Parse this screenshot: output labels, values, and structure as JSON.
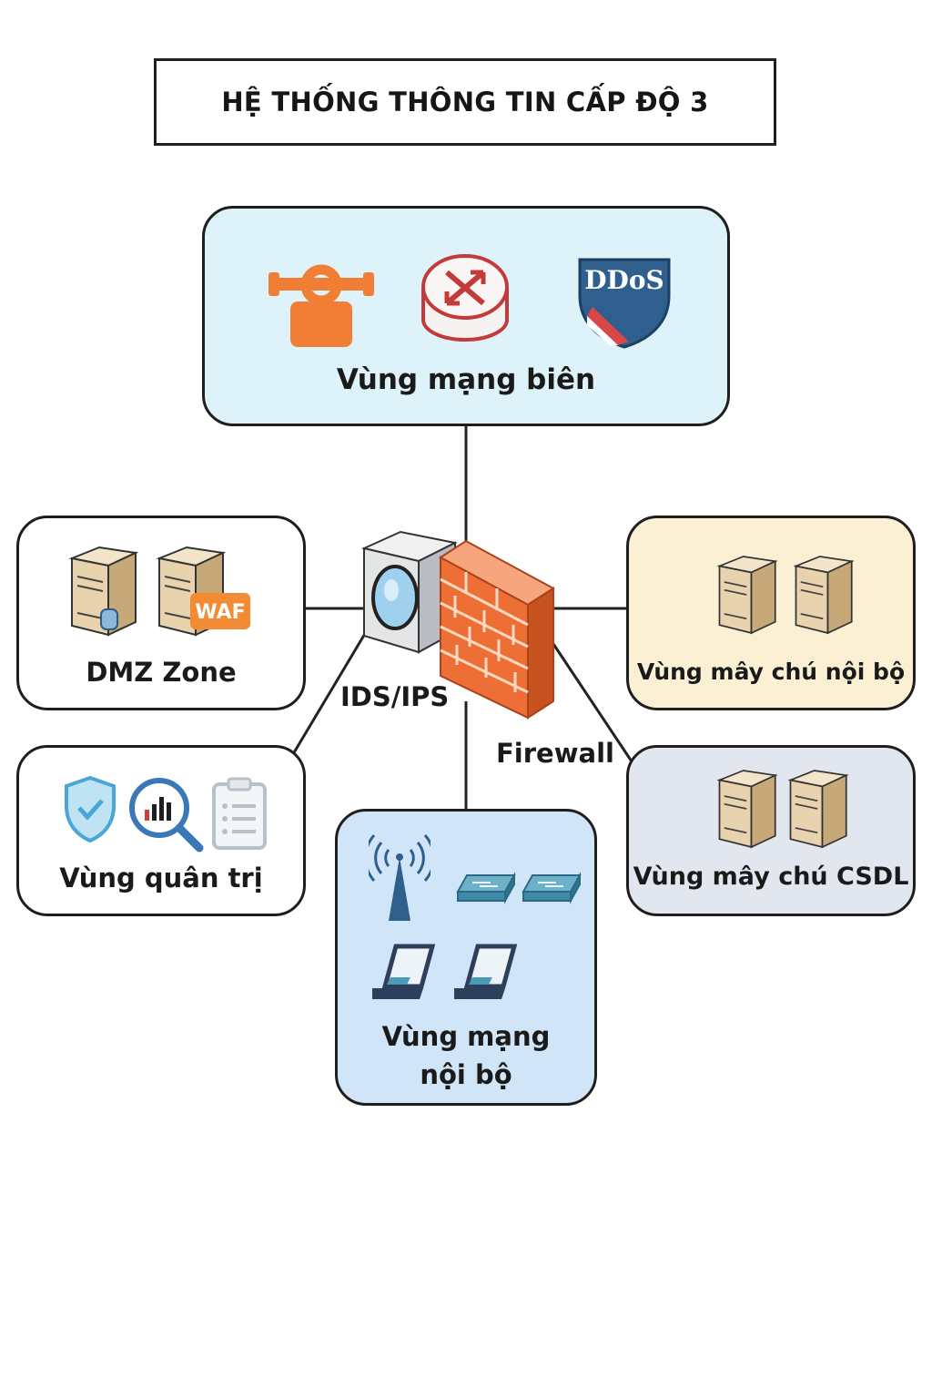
{
  "title": "HỆ THỐNG THÔNG TIN CẤP ĐỘ 3",
  "colors": {
    "border": "#1e1e1e",
    "edge_fill": "#ddf3f9",
    "internal_servers_fill": "#fcf0d4",
    "db_servers_fill": "#e2e6ef",
    "internal_network_fill": "#d1e5f8",
    "white_fill": "#ffffff",
    "firewall": "#f07a40",
    "waf": "#f28b34"
  },
  "zones": {
    "edge": {
      "label": "Vùng mạng biên",
      "icons": [
        "gateway-icon",
        "router-icon",
        "ddos-shield-icon"
      ],
      "ddos_text": "DDoS"
    },
    "dmz": {
      "label": "DMZ Zone",
      "icons": [
        "web-server-icon",
        "waf-server-icon"
      ],
      "waf_text": "WAF"
    },
    "admin": {
      "label": "Vùng quân trị",
      "icons": [
        "shield-check-icon",
        "magnifier-chart-icon",
        "clipboard-icon"
      ]
    },
    "internal_network": {
      "label_line1": "Vùng mạng",
      "label_line2": "nội bộ",
      "icons": [
        "wifi-antenna-icon",
        "switch-icon",
        "switch-icon",
        "laptop-icon",
        "laptop-icon"
      ]
    },
    "internal_servers": {
      "label": "Vùng mây chú nội bộ",
      "icons": [
        "server-icon",
        "server-icon"
      ]
    },
    "db_servers": {
      "label": "Vùng mây chú CSDL",
      "icons": [
        "server-icon",
        "server-icon"
      ]
    }
  },
  "center": {
    "ids_label": "IDS/IPS",
    "firewall_label": "Firewall",
    "icons": [
      "ids-sensor-icon",
      "firewall-icon"
    ]
  }
}
